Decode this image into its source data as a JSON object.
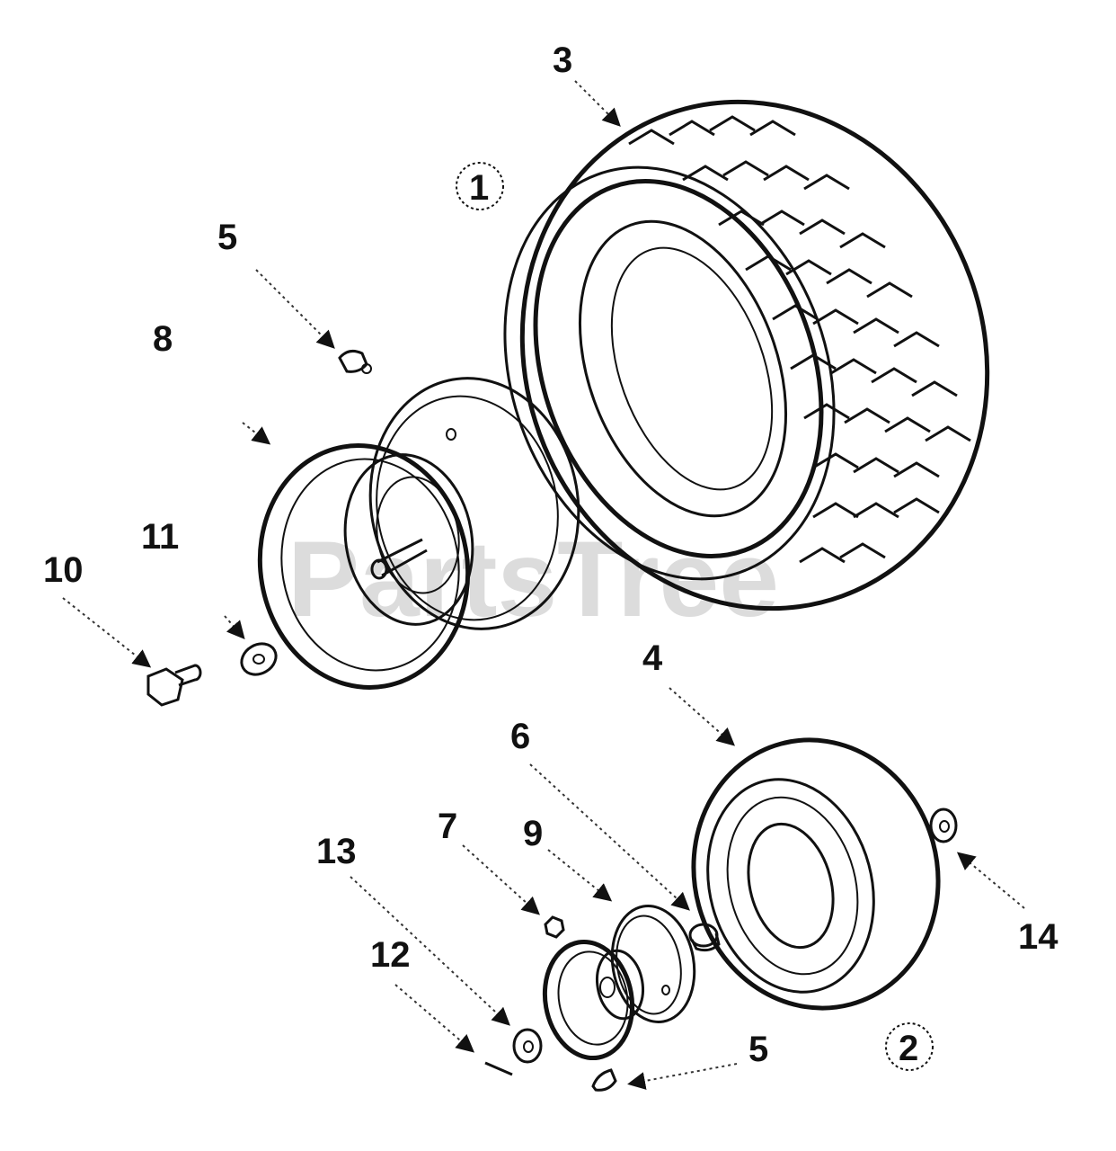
{
  "watermark": "PartsTree",
  "callouts": {
    "c1": "1",
    "c2": "2",
    "c3": "3",
    "c4": "4",
    "c5a": "5",
    "c5b": "5",
    "c6": "6",
    "c7": "7",
    "c8": "8",
    "c9": "9",
    "c10": "10",
    "c11": "11",
    "c12": "12",
    "c13": "13",
    "c14": "14"
  }
}
